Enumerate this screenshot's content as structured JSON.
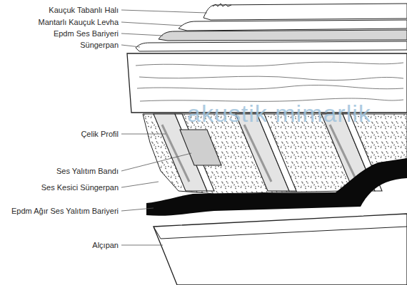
{
  "diagram": {
    "labels": [
      "Kauçuk Tabanlı Halı",
      "Mantarlı Kauçuk Levha",
      "Epdm Ses Bariyeri",
      "Süngerpan",
      "Çelik Profil",
      "Ses Yalıtım Bandı",
      "Ses Kesici Süngerpan",
      "Epdm Ağır Ses Yalıtım Bariyeri",
      "Alçıpan",
      "akustik mimarlik"
    ]
  }
}
